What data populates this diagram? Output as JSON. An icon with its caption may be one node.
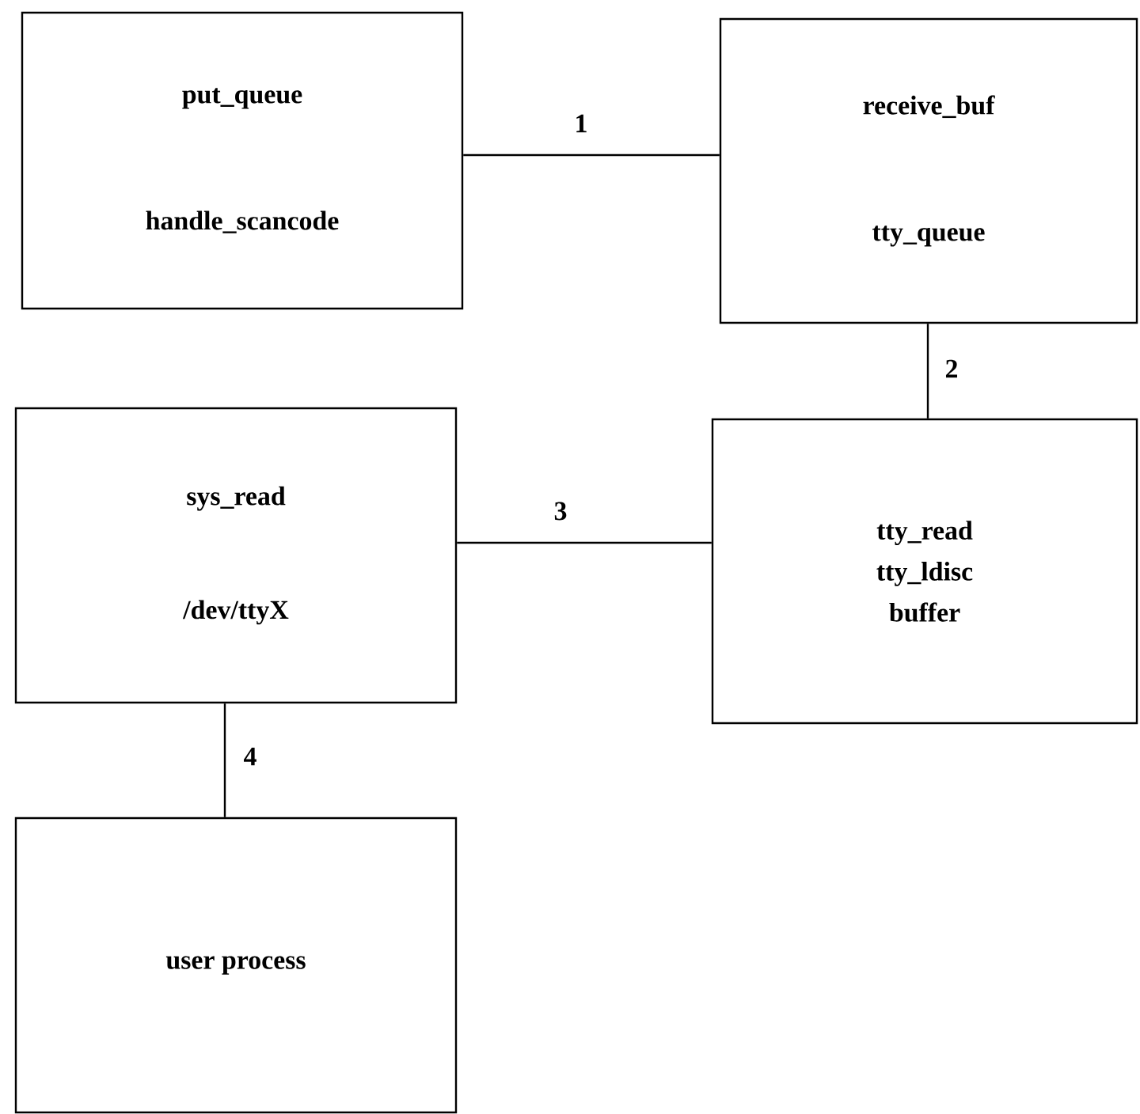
{
  "diagram": {
    "nodes": [
      {
        "text": [
          "put_queue",
          "handle_scancode"
        ]
      },
      {
        "text": [
          "receive_buf",
          "tty_queue"
        ]
      },
      {
        "text": [
          "tty_read",
          "tty_ldisc",
          "buffer"
        ]
      },
      {
        "text": [
          "sys_read",
          "/dev/ttyX"
        ]
      },
      {
        "text": [
          "user process"
        ]
      }
    ],
    "edges": [
      {
        "from": 0,
        "to": 1,
        "arrow": "none",
        "label": "1"
      },
      {
        "from": 1,
        "to": 2,
        "arrow": "none",
        "label": "2"
      },
      {
        "from": 3,
        "to": 2,
        "arrow": "none",
        "label": "3"
      },
      {
        "from": 3,
        "to": 4,
        "arrow": "none",
        "label": "4"
      }
    ]
  }
}
